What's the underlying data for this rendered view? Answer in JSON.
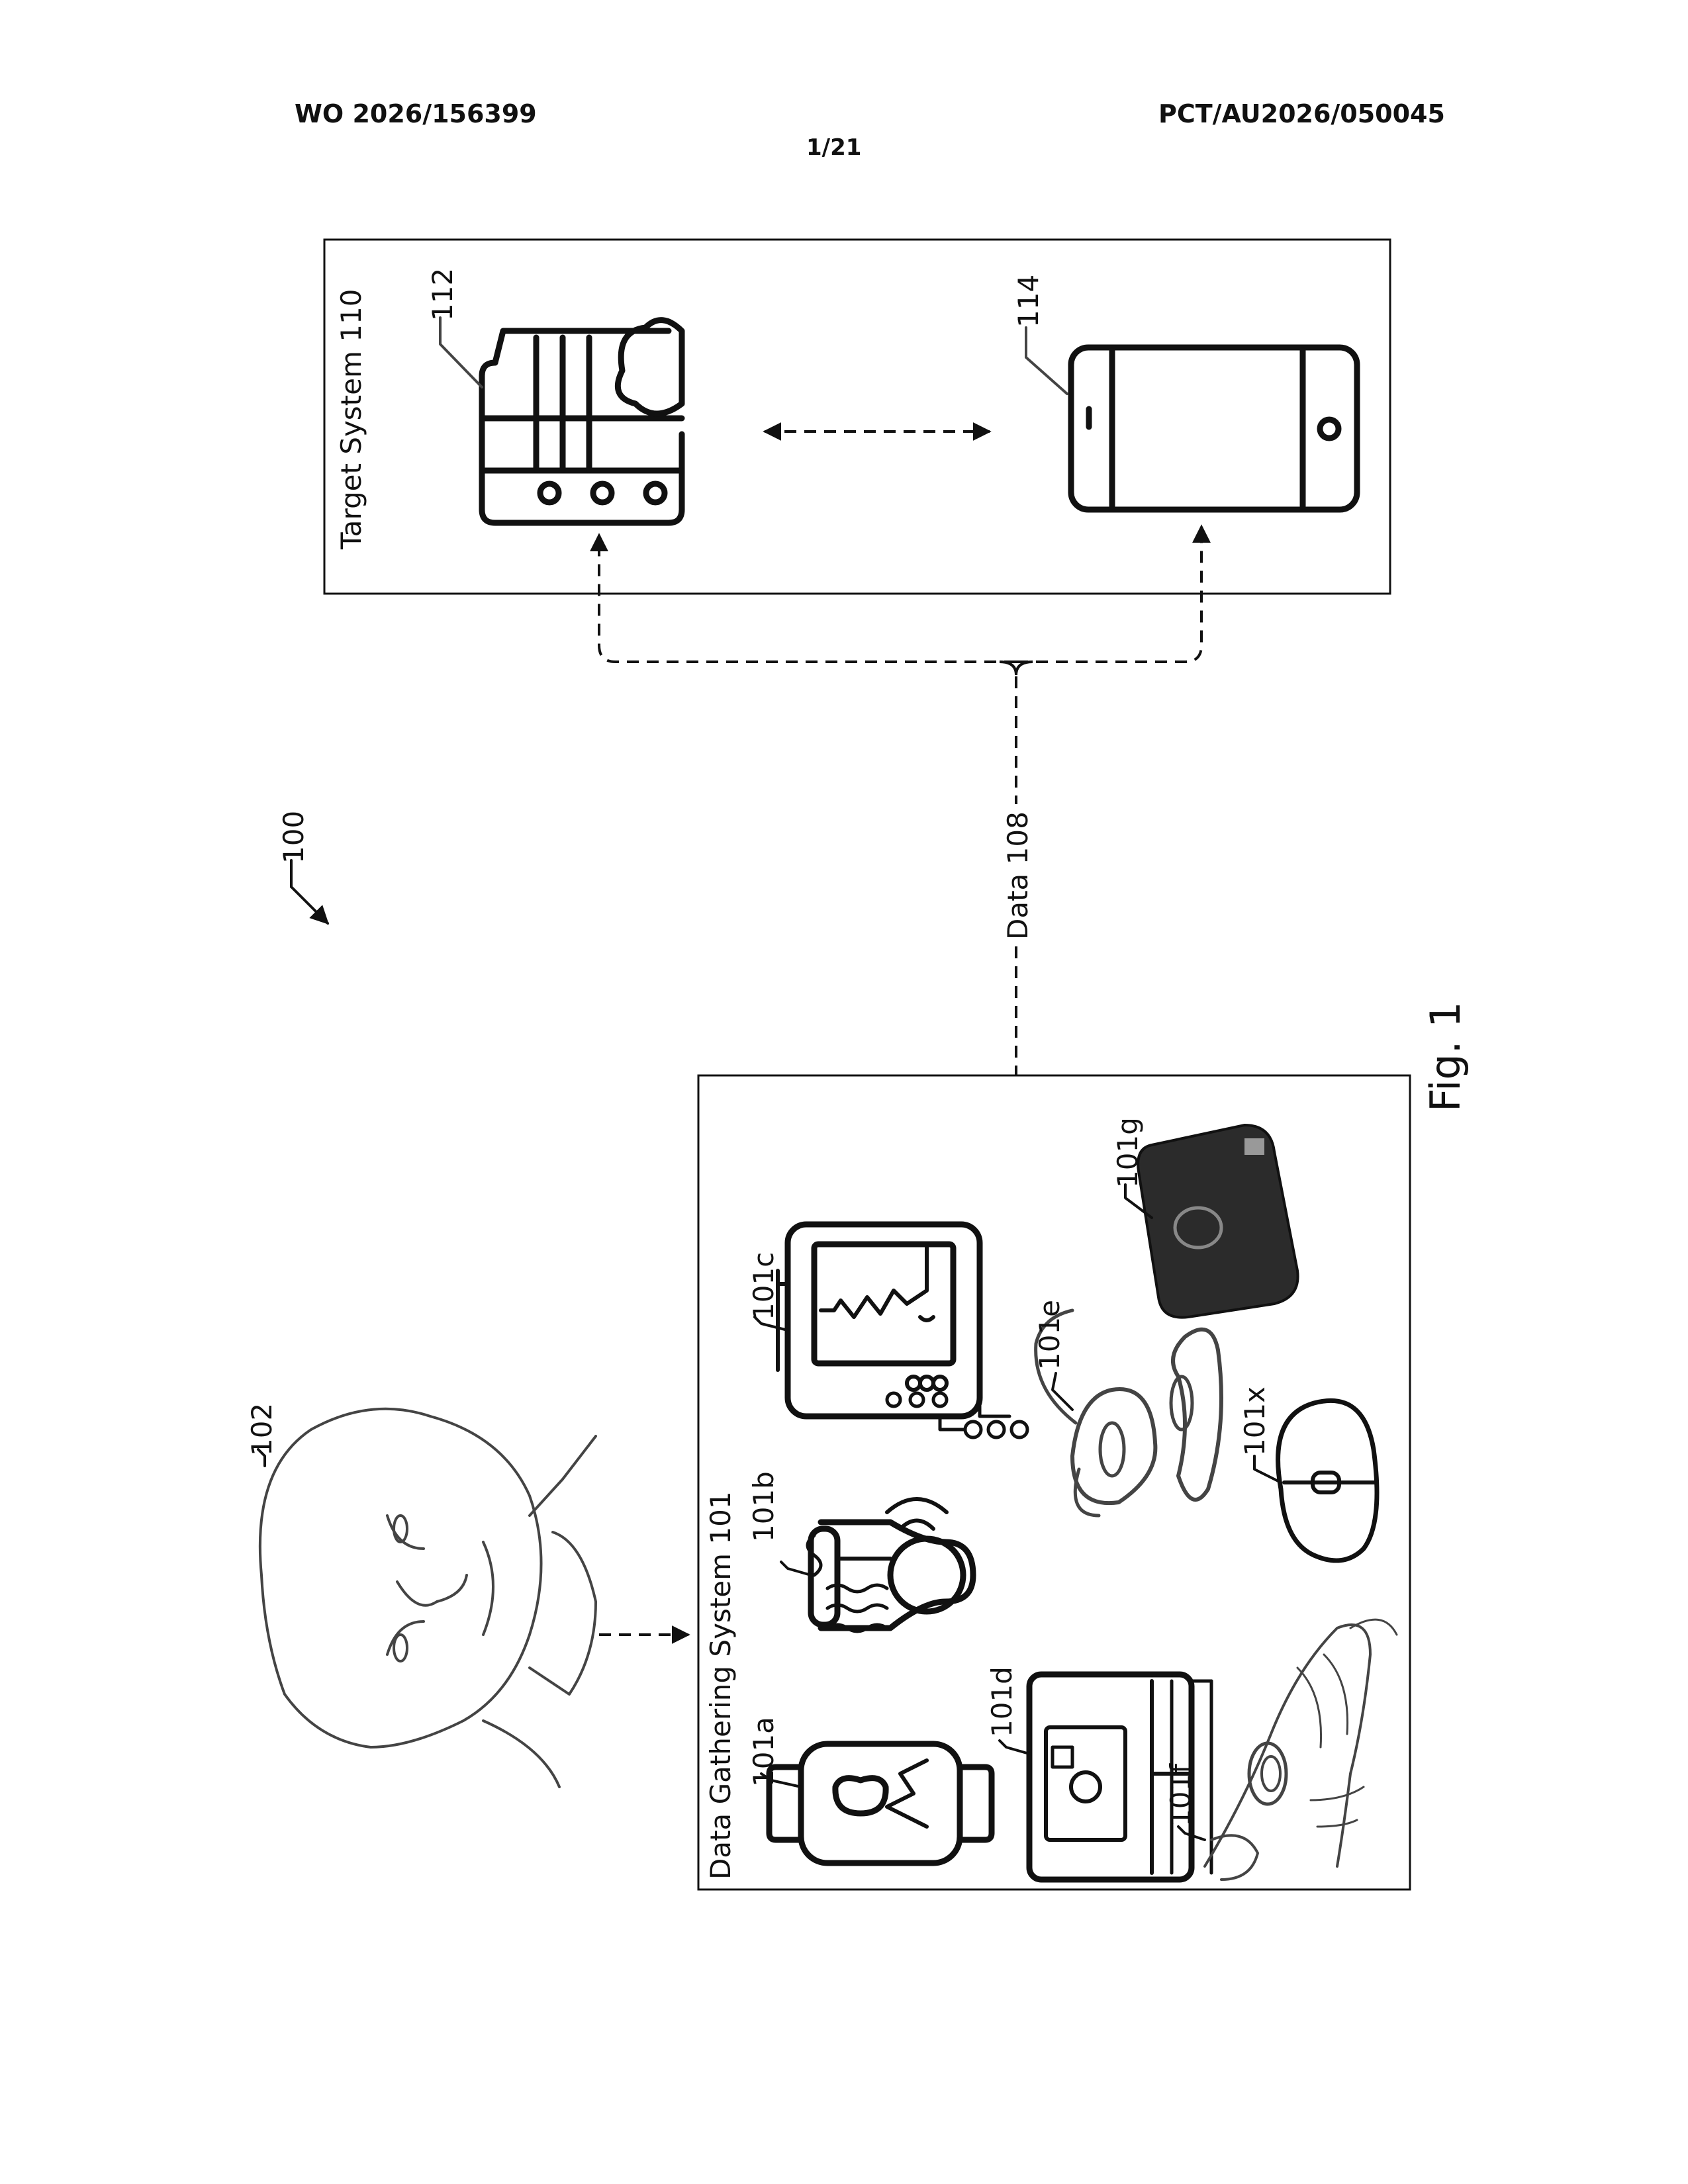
{
  "header": {
    "left": "WO 2026/156399",
    "right": "PCT/AU2026/050045",
    "sheet": "1/21"
  },
  "figure": {
    "caption": "Fig. 1",
    "system_ref": "100",
    "target_system": {
      "label": "Target System 110",
      "server_ref": "112",
      "phone_ref": "114",
      "server_icon": "server-cloud-icon",
      "phone_icon": "smartphone-icon"
    },
    "data_label": "Data 108",
    "person_ref": "102",
    "data_gathering_system": {
      "label": "Data Gathering System 101",
      "devices": [
        {
          "ref": "101a",
          "icon": "smartwatch-heart-icon"
        },
        {
          "ref": "101b",
          "icon": "thermometer-icon"
        },
        {
          "ref": "101c",
          "icon": "patient-monitor-icon"
        },
        {
          "ref": "101d",
          "icon": "cpap-device-icon"
        },
        {
          "ref": "101e",
          "icon": "hearing-aid-icon"
        },
        {
          "ref": "101f",
          "icon": "finger-ring-icon"
        },
        {
          "ref": "101g",
          "icon": "insulin-pump-icon"
        },
        {
          "ref": "101x",
          "icon": "computer-mouse-icon"
        }
      ]
    }
  }
}
